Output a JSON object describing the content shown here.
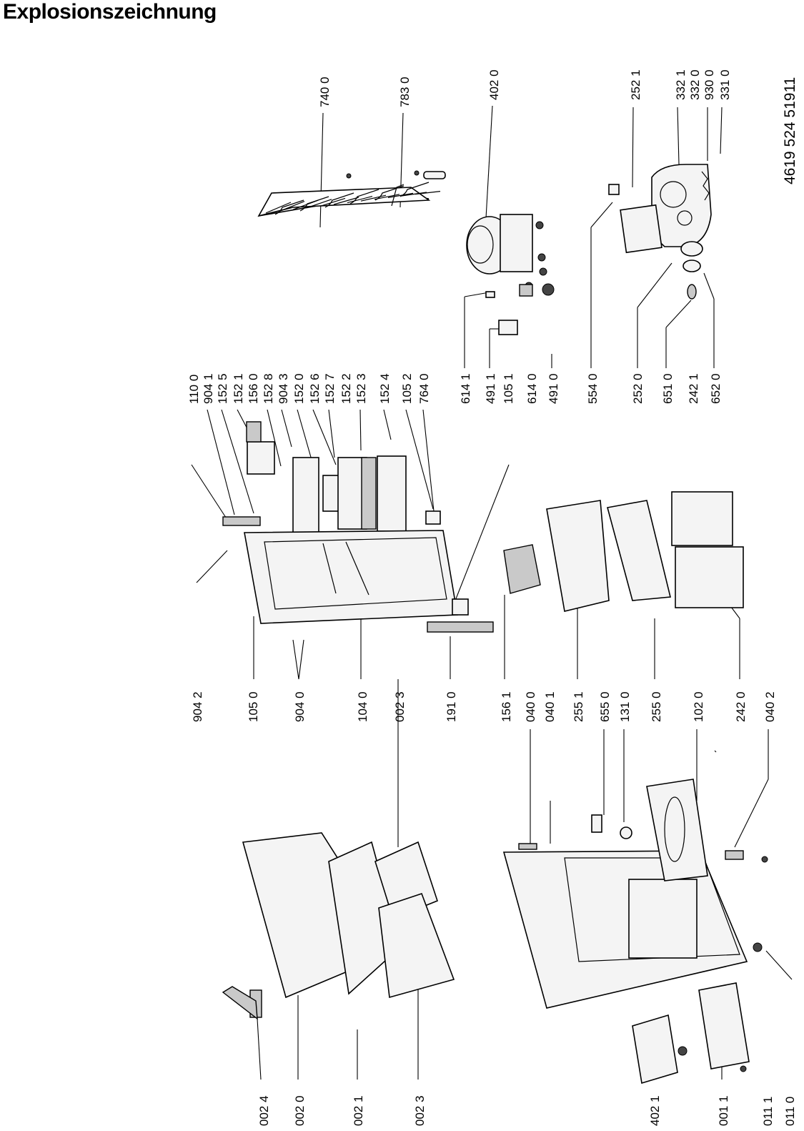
{
  "title": "Explosionszeichnung",
  "document_number": "4619 524 51911",
  "labels": {
    "l7400": "740 0",
    "l7830": "783 0",
    "l4020": "402 0",
    "l2521": "252 1",
    "l3321": "332 1",
    "l3320": "332 0",
    "l9300": "930 0",
    "l3310": "331 0",
    "l1100": "110 0",
    "l9041": "904 1",
    "l1525": "152 5",
    "l1521": "152 1",
    "l1560": "156 0",
    "l1528": "152 8",
    "l9043": "904 3",
    "l1520": "152 0",
    "l1526": "152 6",
    "l1527": "152 7",
    "l1522": "152 2",
    "l1523": "152 3",
    "l1524": "152 4",
    "l1052": "105 2",
    "l7640": "764 0",
    "l6141": "614 1",
    "l4911": "491 1",
    "l1051": "105 1",
    "l6140": "614 0",
    "l4910": "491 0",
    "l5540": "554 0",
    "l2520": "252 0",
    "l6510": "651 0",
    "l2421": "242 1",
    "l6520": "652 0",
    "l9042": "904 2",
    "l1050": "105 0",
    "l9040": "904 0",
    "l1040": "104 0",
    "l0023a": "002 3",
    "l1910": "191 0",
    "l1561": "156 1",
    "l0400": "040 0",
    "l0401": "040 1",
    "l2551": "255 1",
    "l6550": "655 0",
    "l1310": "131 0",
    "l2550": "255 0",
    "l1020": "102 0",
    "l2420": "242 0",
    "l0402": "040 2",
    "l0024": "002 4",
    "l0020": "002 0",
    "l0021": "002 1",
    "l0023b": "002 3",
    "l4021": "402 1",
    "l0011": "001 1",
    "l0111": "011 1",
    "l0110": "011 0"
  }
}
